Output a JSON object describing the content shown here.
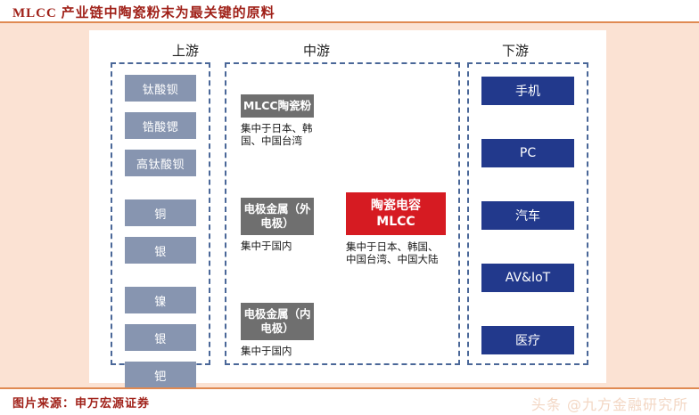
{
  "title": "MLCC 产业链中陶瓷粉末为最关键的原料",
  "columns": {
    "upstream_header": "上游",
    "midstream_header": "中游",
    "downstream_header": "下游"
  },
  "upstream": {
    "items": [
      {
        "label": "钛酸钡"
      },
      {
        "label": "锆酸锶"
      },
      {
        "label": "高钛酸钡"
      },
      {
        "label": "铜"
      },
      {
        "label": "银"
      },
      {
        "label": "镍"
      },
      {
        "label": "银"
      },
      {
        "label": "钯"
      }
    ]
  },
  "midstream": {
    "stages": [
      {
        "label": "MLCC陶瓷粉",
        "caption": "集中于日本、韩国、中国台湾"
      },
      {
        "label": "电极金属（外电极）",
        "caption": "集中于国内"
      },
      {
        "label": "电极金属（内电极）",
        "caption": "集中于国内"
      }
    ],
    "product": {
      "label_line1": "陶瓷电容",
      "label_line2": "MLCC",
      "caption": "集中于日本、韩国、中国台湾、中国大陆"
    }
  },
  "downstream": {
    "items": [
      {
        "label": "手机"
      },
      {
        "label": "PC"
      },
      {
        "label": "汽车"
      },
      {
        "label": "AV&IoT"
      },
      {
        "label": "医疗"
      }
    ]
  },
  "footer": {
    "source": "图片来源：申万宏源证券",
    "watermark": "头条 @九方金融研究所"
  },
  "colors": {
    "title_red": "#a02119",
    "background_peach": "#fbe2d3",
    "upstream_chip": "#8795b0",
    "midstream_stage": "#6f6f6f",
    "product_red": "#d61b22",
    "downstream_chip": "#22398c",
    "dashed_border": "#4a6798",
    "accent_rule": "#e08a52"
  }
}
